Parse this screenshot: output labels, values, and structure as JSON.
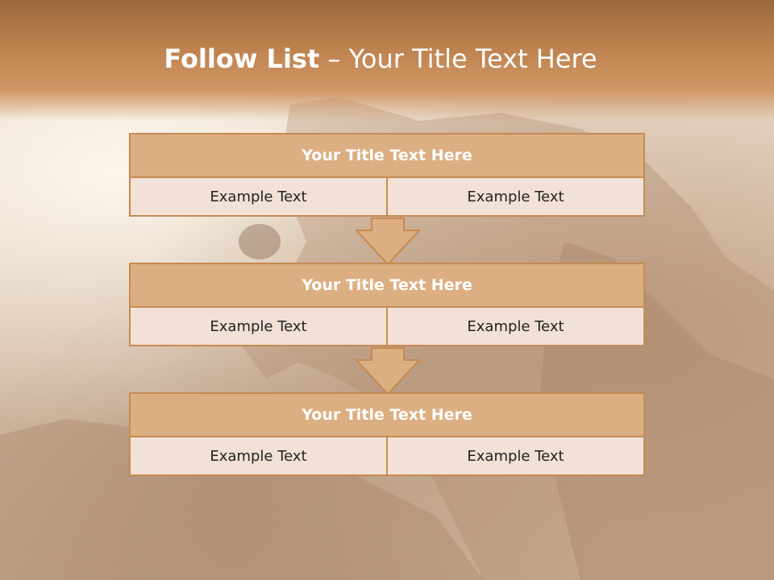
{
  "header": {
    "title_bold": "Follow List",
    "title_rest": " – Your Title Text Here"
  },
  "steps": [
    {
      "title": "Your Title Text Here",
      "left": "Example Text",
      "right": "Example Text"
    },
    {
      "title": "Your Title Text Here",
      "left": "Example Text",
      "right": "Example Text"
    },
    {
      "title": "Your Title Text Here",
      "left": "Example Text",
      "right": "Example Text"
    }
  ],
  "colors": {
    "header": "#c18552",
    "box_title_fill": "#dcaf82",
    "box_border": "#c68a52",
    "cell_fill": "#f1e1d6",
    "arrow_fill": "#dcaf82"
  },
  "icons": [
    "down-arrow-icon",
    "down-arrow-icon"
  ]
}
